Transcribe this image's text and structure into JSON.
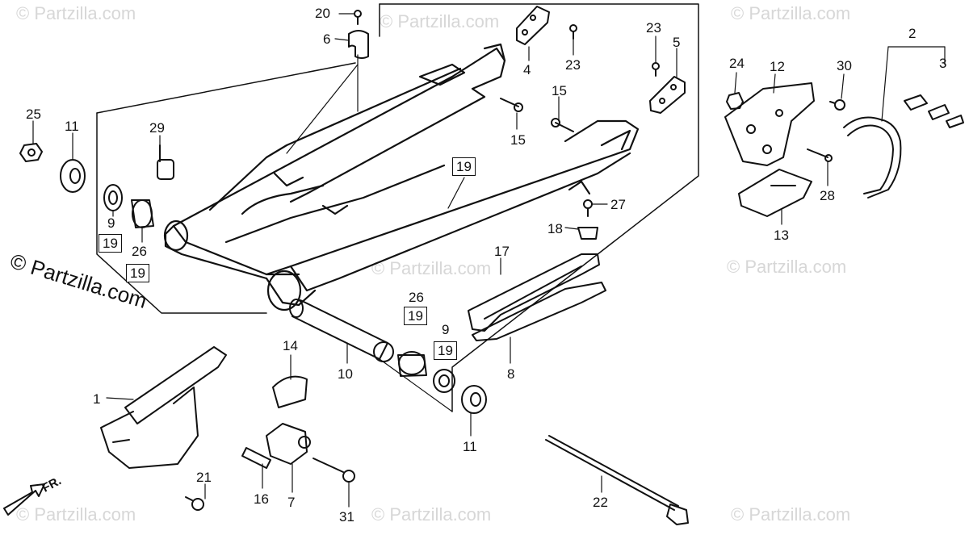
{
  "watermarks": {
    "text": "© Partzilla.com",
    "prominent": "© Partzilla.com"
  },
  "direction_indicator": {
    "label": "FR."
  },
  "callouts": [
    {
      "id": "c-20",
      "text": "20",
      "boxed": false
    },
    {
      "id": "c-6",
      "text": "6",
      "boxed": false
    },
    {
      "id": "c-4",
      "text": "4",
      "boxed": false
    },
    {
      "id": "c-23a",
      "text": "23",
      "boxed": false
    },
    {
      "id": "c-23b",
      "text": "23",
      "boxed": false
    },
    {
      "id": "c-5",
      "text": "5",
      "boxed": false
    },
    {
      "id": "c-25",
      "text": "25",
      "boxed": false
    },
    {
      "id": "c-11a",
      "text": "11",
      "boxed": false
    },
    {
      "id": "c-29",
      "text": "29",
      "boxed": false
    },
    {
      "id": "c-15a",
      "text": "15",
      "boxed": false
    },
    {
      "id": "c-15b",
      "text": "15",
      "boxed": false
    },
    {
      "id": "c-19a",
      "text": "19",
      "boxed": true
    },
    {
      "id": "c-9a",
      "text": "9",
      "boxed": false
    },
    {
      "id": "c-19b",
      "text": "19",
      "boxed": true
    },
    {
      "id": "c-26a",
      "text": "26",
      "boxed": false
    },
    {
      "id": "c-19c",
      "text": "19",
      "boxed": true
    },
    {
      "id": "c-27",
      "text": "27",
      "boxed": false
    },
    {
      "id": "c-18",
      "text": "18",
      "boxed": false
    },
    {
      "id": "c-17",
      "text": "17",
      "boxed": false
    },
    {
      "id": "c-26b",
      "text": "26",
      "boxed": false
    },
    {
      "id": "c-19d",
      "text": "19",
      "boxed": true
    },
    {
      "id": "c-9b",
      "text": "9",
      "boxed": false
    },
    {
      "id": "c-19e",
      "text": "19",
      "boxed": true
    },
    {
      "id": "c-8",
      "text": "8",
      "boxed": false
    },
    {
      "id": "c-14",
      "text": "14",
      "boxed": false
    },
    {
      "id": "c-10",
      "text": "10",
      "boxed": false
    },
    {
      "id": "c-1",
      "text": "1",
      "boxed": false
    },
    {
      "id": "c-11b",
      "text": "11",
      "boxed": false
    },
    {
      "id": "c-21",
      "text": "21",
      "boxed": false
    },
    {
      "id": "c-16",
      "text": "16",
      "boxed": false
    },
    {
      "id": "c-7",
      "text": "7",
      "boxed": false
    },
    {
      "id": "c-31",
      "text": "31",
      "boxed": false
    },
    {
      "id": "c-22",
      "text": "22",
      "boxed": false
    },
    {
      "id": "c-2",
      "text": "2",
      "boxed": false
    },
    {
      "id": "c-24",
      "text": "24",
      "boxed": false
    },
    {
      "id": "c-12",
      "text": "12",
      "boxed": false
    },
    {
      "id": "c-30",
      "text": "30",
      "boxed": false
    },
    {
      "id": "c-3",
      "text": "3",
      "boxed": false
    },
    {
      "id": "c-28",
      "text": "28",
      "boxed": false
    },
    {
      "id": "c-13",
      "text": "13",
      "boxed": false
    }
  ]
}
